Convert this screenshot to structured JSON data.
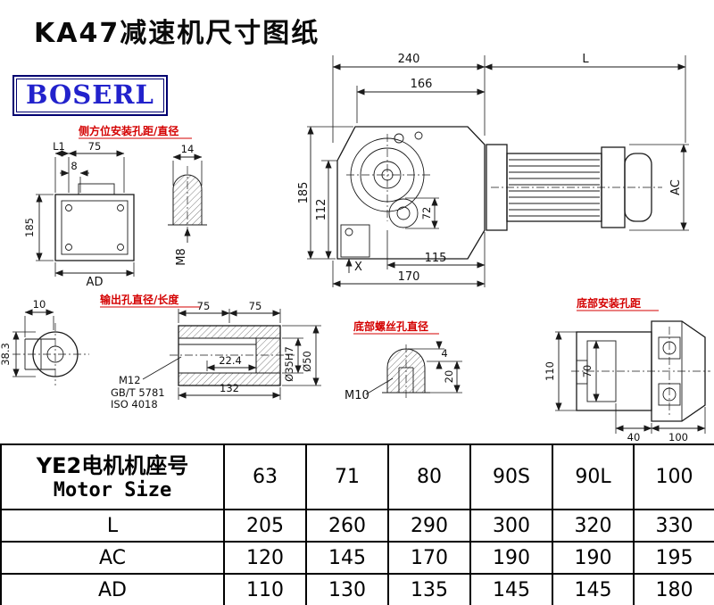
{
  "page": {
    "title": "KA47减速机尺寸图纸",
    "brand": "BOSERL"
  },
  "colors": {
    "brand_text": "#2222cc",
    "annotation_red": "#d40000",
    "line": "#1a1a1a"
  },
  "drawing": {
    "side_view": {
      "label": "侧方位安装孔距/直径",
      "l1": "L1",
      "d75": "75",
      "d8": "8",
      "d185": "185",
      "ad": "AD",
      "hole_dia": "14",
      "thread": "M8"
    },
    "main_view": {
      "d240": "240",
      "l": "L",
      "d166": "166",
      "d185": "185",
      "d112": "112",
      "ac": "AC",
      "d72": "72",
      "d115": "115",
      "d170": "170",
      "x": "X"
    },
    "output_view": {
      "label": "输出孔直径/长度",
      "d10": "10",
      "d38_3": "38.3",
      "d75a": "75",
      "d75b": "75",
      "d22_4": "22.4",
      "d132": "132",
      "thread": "M12",
      "std1": "GB/T 5781",
      "std2": "ISO 4018",
      "bore": "Ø35H7",
      "od": "Ø50"
    },
    "screw_view": {
      "label": "底部螺丝孔直径",
      "thread": "M10",
      "d4": "4",
      "d20": "20"
    },
    "mount_view": {
      "label": "底部安装孔距",
      "d110": "110",
      "d70": "70",
      "d40": "40",
      "d100": "100"
    }
  },
  "table": {
    "header_cn": "YE2电机机座号",
    "header_en": "Motor Size",
    "columns": [
      "63",
      "71",
      "80",
      "90S",
      "90L",
      "100"
    ],
    "rows": [
      {
        "label": "L",
        "values": [
          "205",
          "260",
          "290",
          "300",
          "320",
          "330"
        ]
      },
      {
        "label": "AC",
        "values": [
          "120",
          "145",
          "170",
          "190",
          "190",
          "195"
        ]
      },
      {
        "label": "AD",
        "values": [
          "110",
          "130",
          "135",
          "145",
          "145",
          "180"
        ]
      }
    ]
  }
}
